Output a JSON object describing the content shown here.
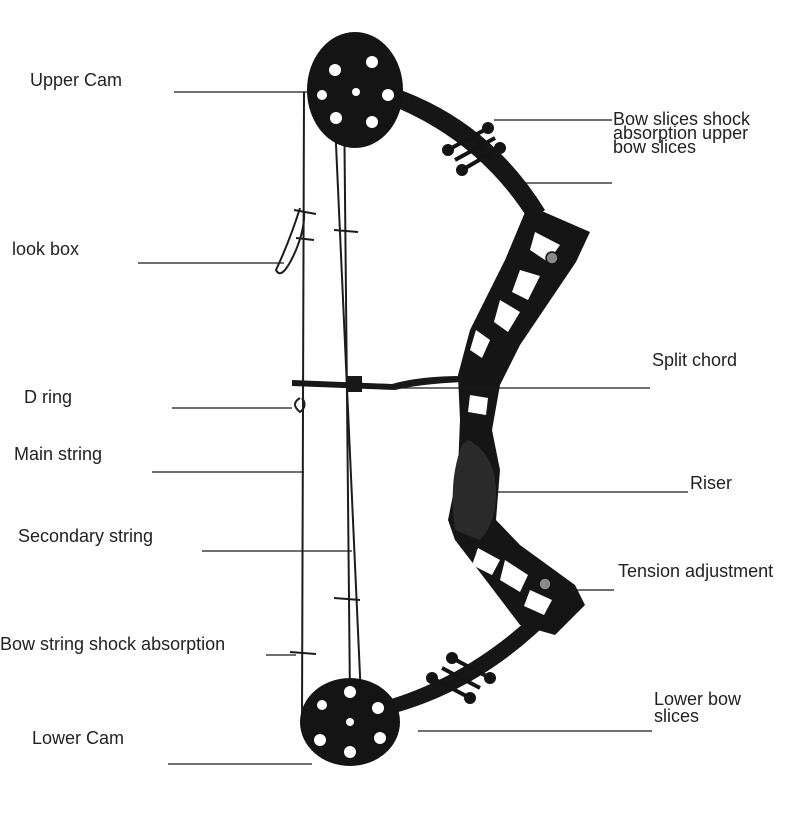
{
  "labels": {
    "upper_cam": "Upper Cam",
    "upper_limb_dampers": "Bow slices shock absorption upper bow slices",
    "look_box": "look box",
    "split_chord": "Split chord",
    "d_ring": "D ring",
    "main_string": "Main string",
    "riser": "Riser",
    "secondary_string": "Secondary string",
    "tension_adjustment": "Tension adjustment",
    "bow_string_shock_absorption": "Bow string shock absorption",
    "lower_bow_slices": "Lower bow slices",
    "lower_cam": "Lower Cam"
  },
  "colors": {
    "bow_body": "#141414",
    "leader_line": "#1a1a1a",
    "label_text": "#222222"
  }
}
